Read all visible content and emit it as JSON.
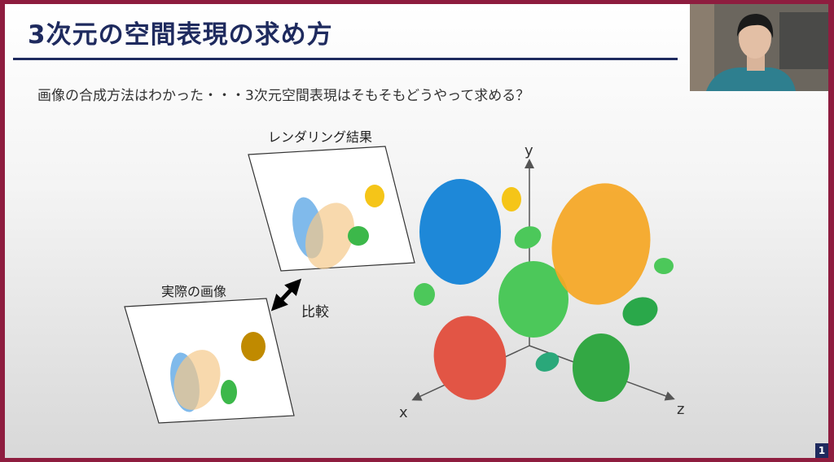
{
  "slide": {
    "title": "3次元の空間表現の求め方",
    "subtitle": "画像の合成方法はわかった・・・3次元空間表現はそもそもどうやって求める？",
    "page_number": "1"
  },
  "diagram": {
    "render_label": "レンダリング結果",
    "real_label": "実際の画像",
    "compare_label": "比較",
    "axes": {
      "x": "x",
      "y": "y",
      "z": "z"
    }
  },
  "colors": {
    "frame": "#8e1d3f",
    "title": "#1e2a5e",
    "blue": "#1e88d8",
    "orange": "#f5a623",
    "green": "#4cc85a",
    "red": "#e25545"
  },
  "webcam": {
    "icon": "presenter-video"
  }
}
